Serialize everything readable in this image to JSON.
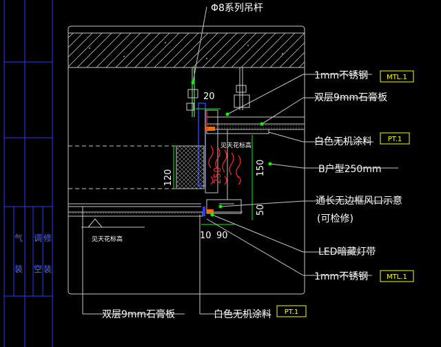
{
  "colors": {
    "background": "#000000",
    "frame": "#2a3cff",
    "border": "#c8c8c8",
    "callout": "#ffffff",
    "leader": "#00d000",
    "dimension": "#00ff00",
    "heat_arrow": "#ff2a2a",
    "tag_text": "#ffff00",
    "tag_border": "#ffff00",
    "sidebar_text": "#4a6bff"
  },
  "sidebar": {
    "chars": [
      "气",
      "调",
      "修",
      "装",
      "空",
      "装"
    ]
  },
  "callouts": {
    "rod": "Φ8系列吊杆",
    "steel_top": "1mm不锈钢",
    "gypsum_top": "双层9mm石膏板",
    "paint_top": "白色无机涂料",
    "bracket": "B户型250mm",
    "vent_line1": "通长无边框风口示意",
    "vent_line2": "(可检修)",
    "led": "LED暗藏灯带",
    "steel_bottom": "1mm不锈钢",
    "gypsum_bottom": "双层9mm石膏板",
    "paint_bottom": "白色无机涂料"
  },
  "tags": {
    "mtl_top": "MTL.1",
    "pt_top": "PT.1",
    "mtl_bottom": "MTL.1",
    "pt_bottom": "PT.1"
  },
  "dimensions": {
    "d20": "20",
    "d120": "120",
    "d150": "150",
    "d250": "250",
    "d50": "50",
    "d10": "10",
    "d90": "90"
  },
  "notes": {
    "ceiling_ref_1": "见天花标高",
    "ceiling_ref_2": "见天花标高"
  }
}
